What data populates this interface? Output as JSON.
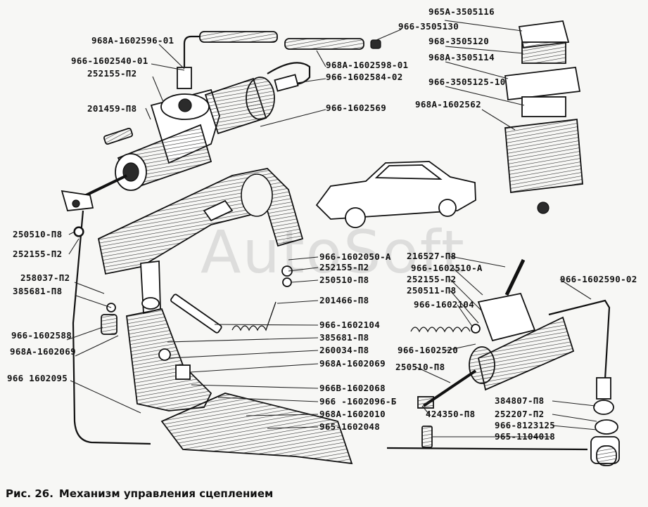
{
  "caption": {
    "prefix": "Рис. 26.",
    "title": "Механизм управления сцеплением"
  },
  "watermark": "AutoSoft",
  "part_labels": [
    "968A-1602596-01",
    "966-1602540-01",
    "252155-П2",
    "201459-П8",
    "966-3505130",
    "968A-1602598-01",
    "966-1602584-02",
    "966-1602569",
    "965A-3505116",
    "968-3505120",
    "968A-3505114",
    "966-3505125-10",
    "968A-1602562",
    "250510-П8",
    "252155-П2",
    "258037-П2",
    "385681-П8",
    "966-1602588",
    "968A-1602069",
    "966 1602095",
    "966-1602050-A",
    "252155-П2",
    "250510-П8",
    "201466-П8",
    "966-1602104",
    "385681-П8",
    "260034-П8",
    "968A-1602069",
    "966B-1602068",
    "966 -1602096-Б",
    "968A-1602010",
    "965-1602048",
    "216527-П8",
    "966-1602510-A",
    "252155-П2",
    "250511-П8",
    "966-1602104",
    "966-1602520",
    "250510-П8",
    "424350-П8",
    "966-1602590-02",
    "384807-П8",
    "252207-П2",
    "966-8123125",
    "965-1104018"
  ]
}
